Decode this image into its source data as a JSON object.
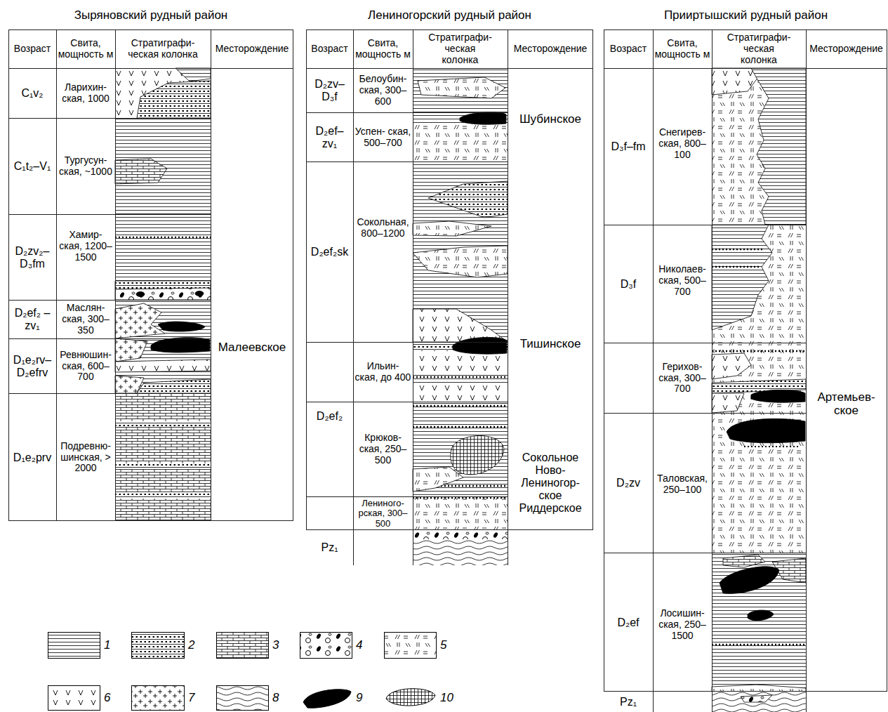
{
  "diagram": {
    "labels": [
      "Зыряновский рудный район",
      "Лениногорский рудный район",
      "Прииртышский рудный район",
      "Возраст",
      "Свита, мощность м",
      "Стратиграфи- ческая колонка",
      "Месторождение",
      "C₁v₂",
      "Ларихин- ская, 1000",
      "C₁t₂–V₁",
      "Тургусун- ская, ~1000",
      "D₂zv₂– D₃fm",
      "Хамир- ская, 1200–1500",
      "D₂ef₂ – zv₁",
      "Маслян- ская, 300–350",
      "D₁e₂rv– D₂efrv",
      "Ревнюшин- ская, 600–700",
      "D₁e₂prv",
      "Подревню- шинская, > 2000",
      "Малеевское",
      "Возраст",
      "Свита, мощность м",
      "Стратиграфи- ческая колонка",
      "Месторождение",
      "D₂zv– D₃f",
      "Белоубин- ская, 300–600",
      "D₂ef– zv₁",
      "Успен- ская, 500–700",
      "D₂ef₂sk",
      "Сокольная, 800–1200",
      "Ильин- ская, до 400",
      "D₂ef₂",
      "Крюков- ская, 250–500",
      "Лениного- рская, 300–500",
      "Pz₁",
      "Шубинское",
      "Тишинское",
      "Сокольное Ново- Лениногор- ское Риддерское",
      "Возраст",
      "Свита, мощность м",
      "Стратиграфи- ческая колонка",
      "Месторождение",
      "D₃f–fm",
      "Снегирев- ская, 800–100",
      "D₃f",
      "Николаев- ская, 500–700",
      "Герихов- ская, 300–700",
      "D₂zv",
      "Таловская, 250–100",
      "D₂ef",
      "Лосишин- ская, 250–1500",
      "Pz₁",
      "Артемьев- ское"
    ],
    "legend": [
      {
        "text": "1"
      },
      {
        "text": "2"
      },
      {
        "text": "3"
      },
      {
        "text": "4"
      },
      {
        "text": "5"
      },
      {
        "text": "6"
      },
      {
        "text": "7"
      },
      {
        "text": "8"
      },
      {
        "text": "9"
      },
      {
        "text": "10"
      }
    ]
  }
}
